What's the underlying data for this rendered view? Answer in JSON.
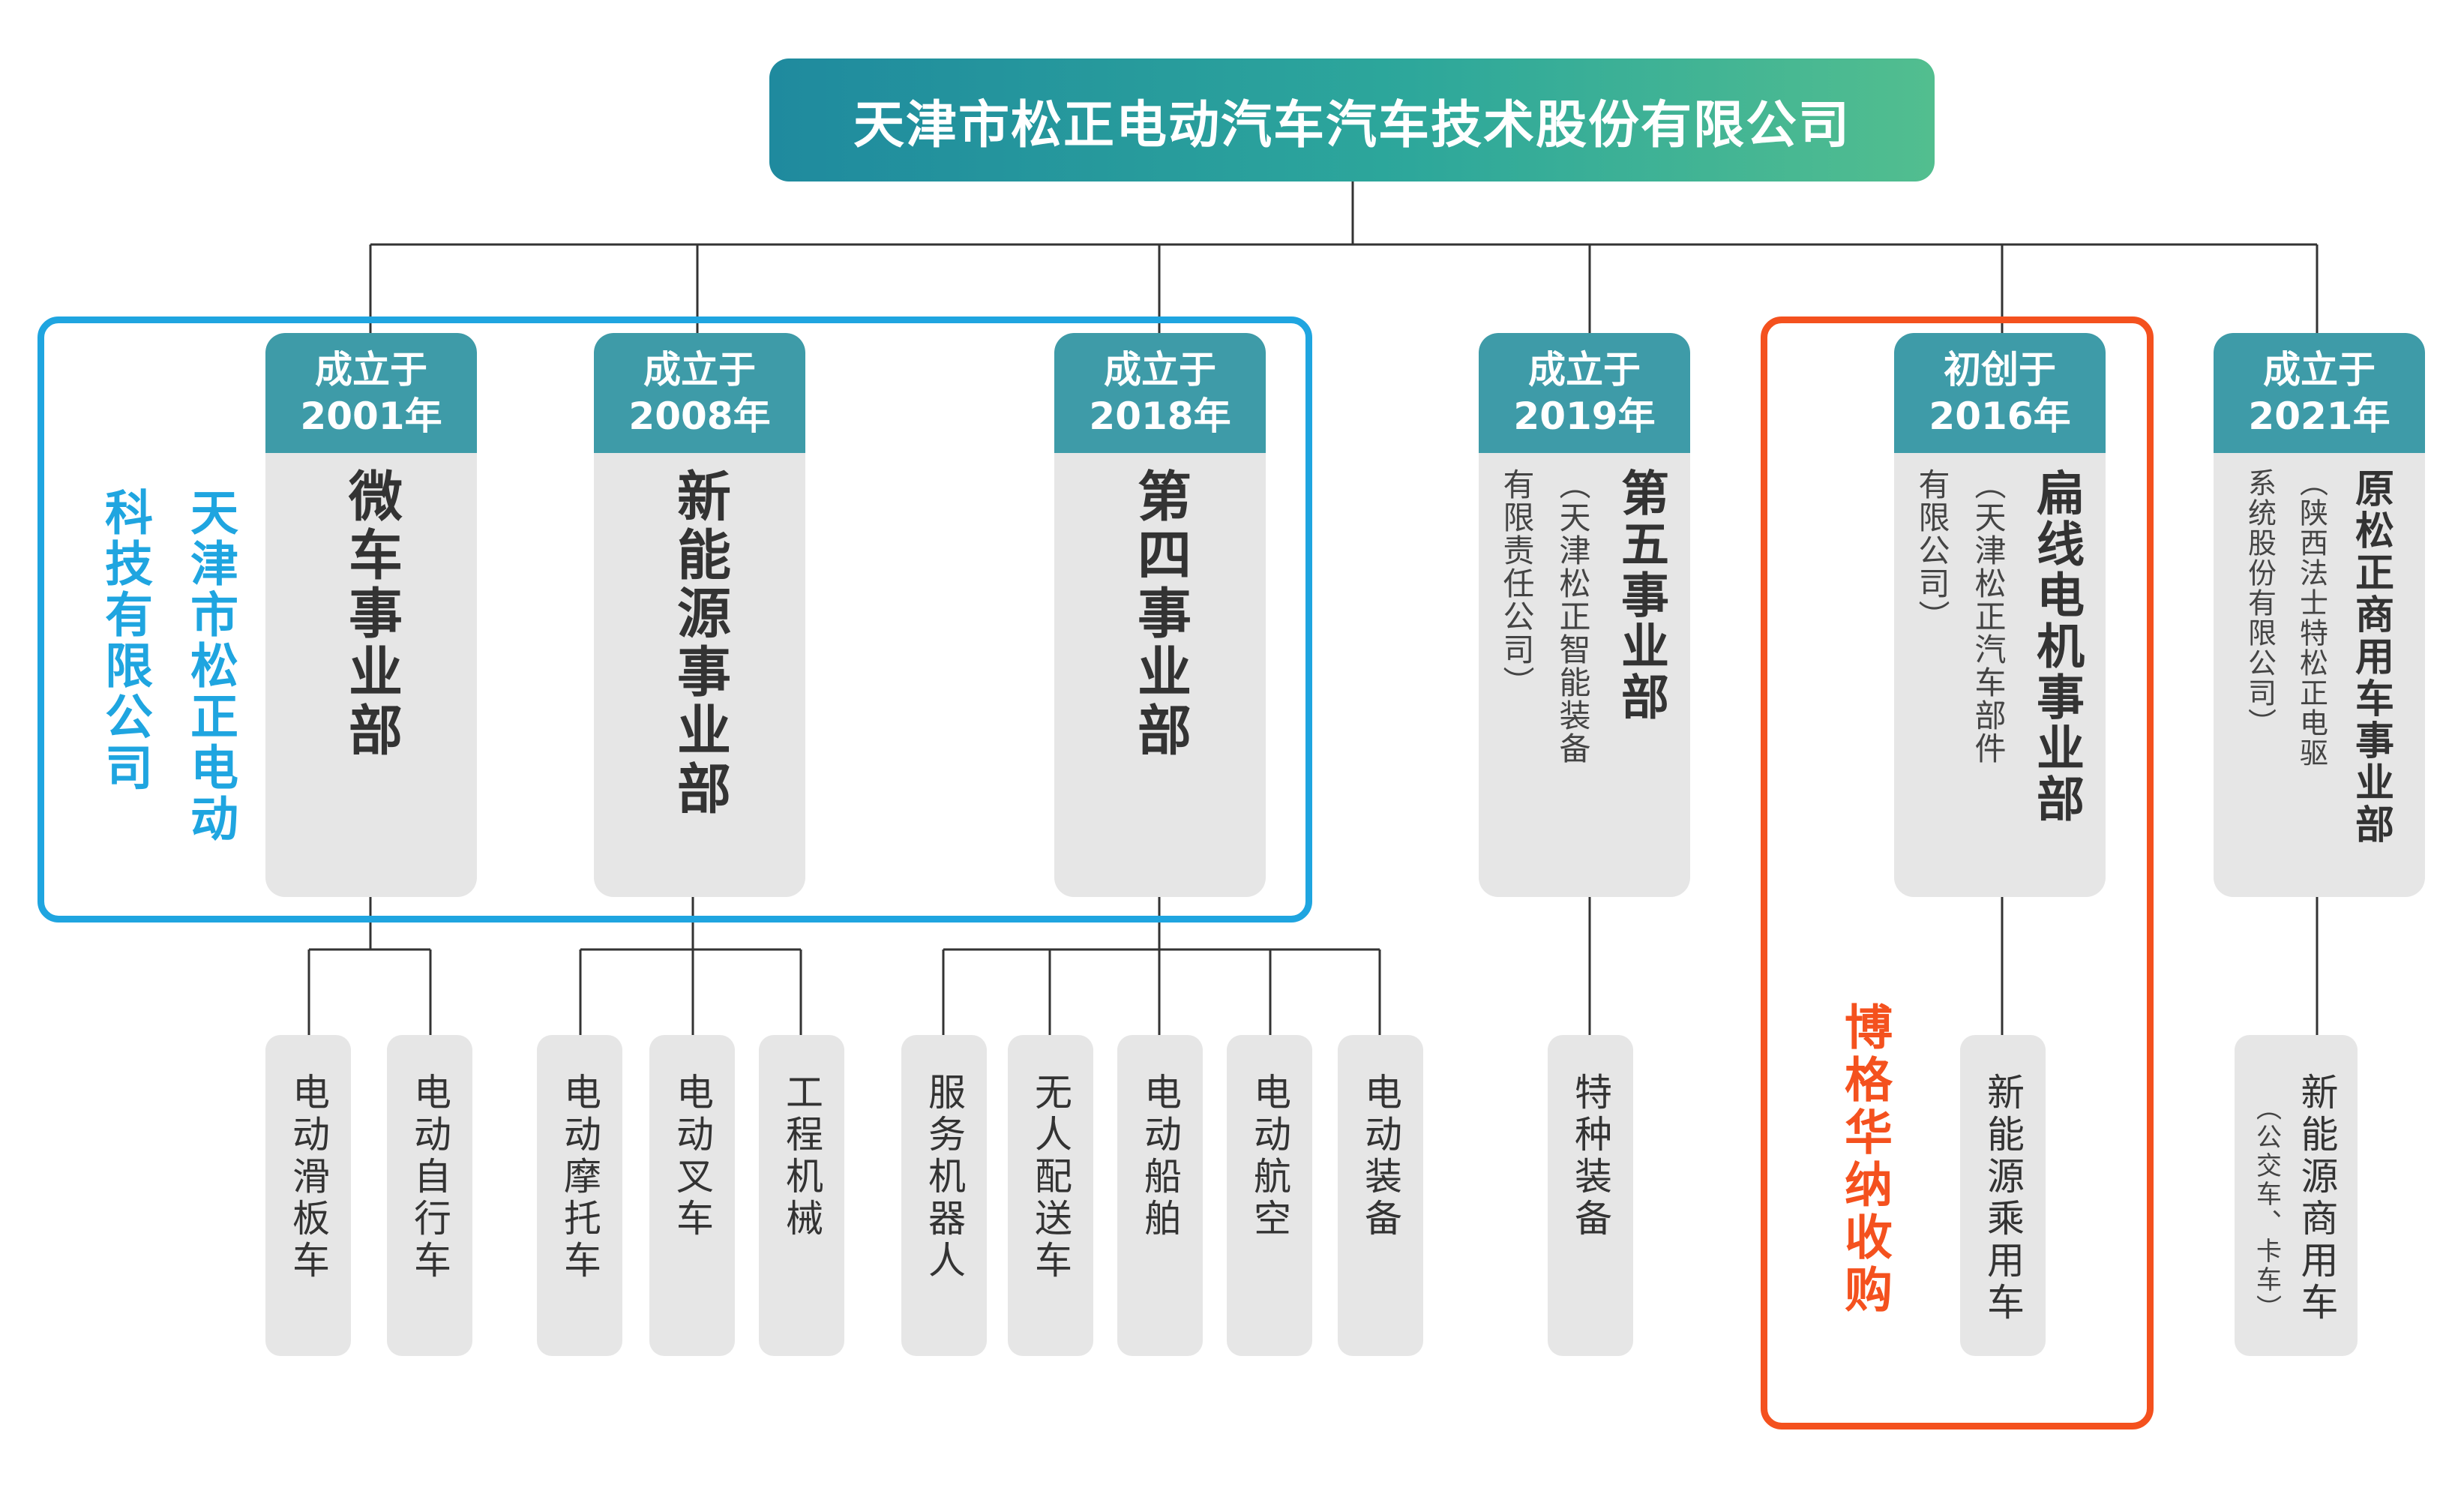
{
  "root": {
    "label": "天津市松正电动汽车汽车技术股份有限公司"
  },
  "groups": {
    "blue_label_col1": "天津市松正电动",
    "blue_label_col2": "科技有限公司",
    "orange_label": "博格华纳收购"
  },
  "departments": [
    {
      "head_line1": "成立于",
      "head_line2": "2001年",
      "title": "微车事业部",
      "sub1": "",
      "sub2": ""
    },
    {
      "head_line1": "成立于",
      "head_line2": "2008年",
      "title": "新能源事业部",
      "sub1": "",
      "sub2": ""
    },
    {
      "head_line1": "成立于",
      "head_line2": "2018年",
      "title": "第四事业部",
      "sub1": "",
      "sub2": ""
    },
    {
      "head_line1": "成立于",
      "head_line2": "2019年",
      "title": "第五事业部",
      "sub1": "（天津松正智能装备",
      "sub2": "有限责任公司）"
    },
    {
      "head_line1": "初创于",
      "head_line2": "2016年",
      "title": "扁线电机事业部",
      "sub1": "（天津松正汽车部件",
      "sub2": "有限公司）"
    },
    {
      "head_line1": "成立于",
      "head_line2": "2021年",
      "title": "原松正商用车事业部",
      "sub1": "（陕西法士特松正电驱",
      "sub2": "系统股份有限公司）"
    }
  ],
  "products": [
    {
      "label": "电动滑板车",
      "note": ""
    },
    {
      "label": "电动自行车",
      "note": ""
    },
    {
      "label": "电动摩托车",
      "note": ""
    },
    {
      "label": "电动叉车",
      "note": ""
    },
    {
      "label": "工程机械",
      "note": ""
    },
    {
      "label": "服务机器人",
      "note": ""
    },
    {
      "label": "无人配送车",
      "note": ""
    },
    {
      "label": "电动船舶",
      "note": ""
    },
    {
      "label": "电动航空",
      "note": ""
    },
    {
      "label": "电动装备",
      "note": ""
    },
    {
      "label": "特种装备",
      "note": ""
    },
    {
      "label": "新能源乘用车",
      "note": ""
    },
    {
      "label": "新能源商用车",
      "note": "（公交车、卡车）"
    }
  ],
  "colors": {
    "root_gradient_start": "#1f8a9e",
    "root_gradient_end": "#52be8f",
    "dept_header": "#3e9ba8",
    "box_fill": "#e6e6e6",
    "group_blue": "#1fa5e0",
    "group_orange": "#f4511e",
    "connector": "#333333"
  }
}
